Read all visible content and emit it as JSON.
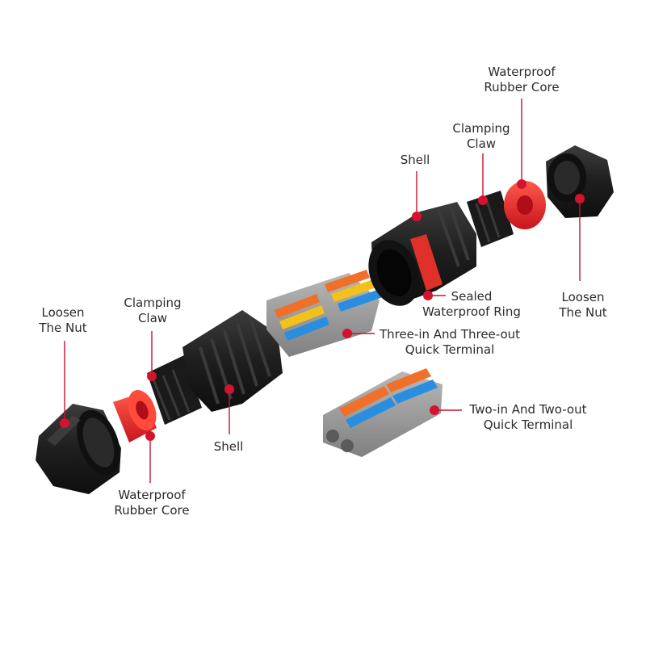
{
  "labels": {
    "left_nut_1": "Loosen",
    "left_nut_2": "The Nut",
    "left_claw_1": "Clamping",
    "left_claw_2": "Claw",
    "left_shell": "Shell",
    "left_core_1": "Waterproof",
    "left_core_2": "Rubber Core",
    "right_core_1": "Waterproof",
    "right_core_2": "Rubber Core",
    "right_claw_1": "Clamping",
    "right_claw_2": "Claw",
    "right_shell": "Shell",
    "ring_1": "Sealed",
    "ring_2": "Waterproof Ring",
    "right_nut_1": "Loosen",
    "right_nut_2": "The Nut",
    "three_1": "Three-in And Three-out",
    "three_2": "Quick Terminal",
    "two_1": "Two-in And Two-out",
    "two_2": "Quick Terminal"
  },
  "colors": {
    "accent": "#d4132f",
    "body_black": "#1c1c1c",
    "rubber_red": "#e4202a",
    "terminal_grey": "#9a9a9a",
    "lever_orange": "#f0702a",
    "lever_yellow": "#f2c21a",
    "lever_blue": "#2a8ee0"
  }
}
